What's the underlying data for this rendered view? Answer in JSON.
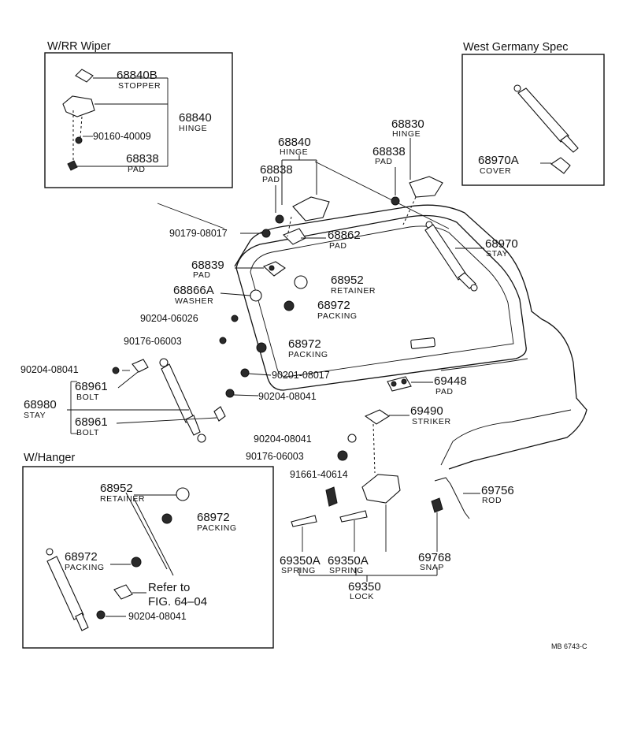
{
  "boxes": {
    "wiper": "W/RR Wiper",
    "germany": "West Germany Spec",
    "hanger": "W/Hanger"
  },
  "labels": {
    "p68840B": "68840B",
    "stopper": "STOPPER",
    "p68840_w": "68840",
    "hinge_w": "HINGE",
    "p90160": "90160-40009",
    "p68838_w": "68838",
    "pad_w": "PAD",
    "p68970A": "68970A",
    "cover": "COVER",
    "p68840": "68840",
    "hinge1": "HINGE",
    "p68838_1": "68838",
    "pad1": "PAD",
    "p68830": "68830",
    "hinge2": "HINGE",
    "p68838_2": "68838",
    "pad2": "PAD",
    "p90179": "90179-08017",
    "p68862": "68862",
    "pad3": "PAD",
    "p68970": "68970",
    "stay1": "STAY",
    "p68839": "68839",
    "pad4": "PAD",
    "p68952": "68952",
    "retainer1": "RETAINER",
    "p68866A": "68866A",
    "washer": "WASHER",
    "p68972_1": "68972",
    "packing1": "PACKING",
    "p90204_06026": "90204-06026",
    "p90176_06003": "90176-06003",
    "p68972_2": "68972",
    "packing2": "PACKING",
    "p90204_08041_a": "90204-08041",
    "p90201": "90201-08017",
    "p68961_a": "68961",
    "bolt1": "BOLT",
    "p68980": "68980",
    "stay2": "STAY",
    "p90204_08041_b": "90204-08041",
    "p68961_b": "68961",
    "bolt2": "BOLT",
    "p69448": "69448",
    "pad5": "PAD",
    "p69490": "69490",
    "striker": "STRIKER",
    "p90204_08041_c": "90204-08041",
    "p90176_06003_b": "90176-06003",
    "p91661": "91661-40614",
    "p69756": "69756",
    "rod": "ROD",
    "p68952_h": "68952",
    "retainer_h": "RETAINER",
    "p68972_h1": "68972",
    "packing_h1": "PACKING",
    "p68972_h2": "68972",
    "packing_h2": "PACKING",
    "refer1": "Refer to",
    "refer2": "FIG. 64–04",
    "p90204_08041_h": "90204-08041",
    "p69350A_1": "69350A",
    "spring1": "SPRING",
    "p69350A_2": "69350A",
    "spring2": "SPRING",
    "p69768": "69768",
    "snap": "SNAP",
    "p69350": "69350",
    "lock": "LOCK",
    "code": "MB 6743-C"
  }
}
